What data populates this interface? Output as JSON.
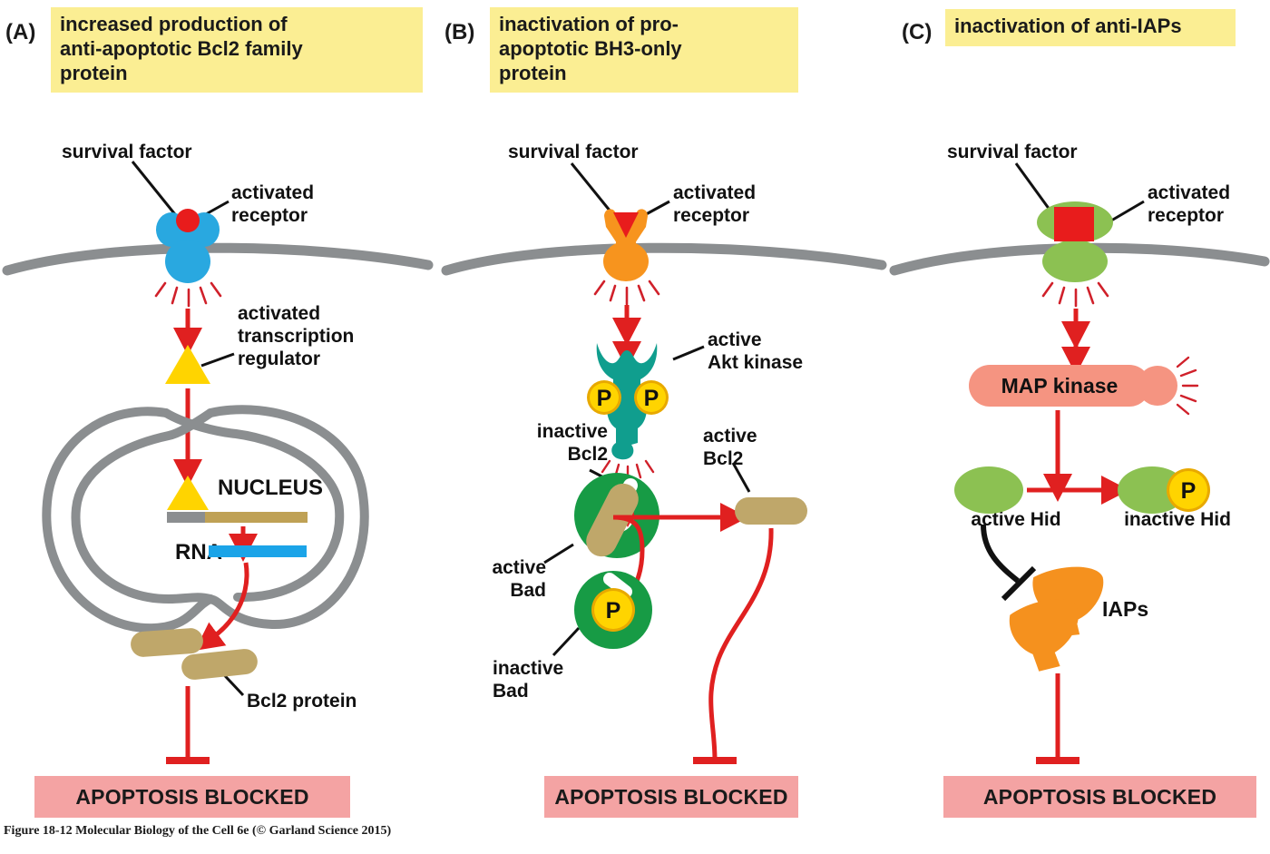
{
  "figure": {
    "caption": "Figure 18-12  Molecular Biology of the Cell 6e (© Garland Science 2015)"
  },
  "colors": {
    "title_bg": "#FBEE93",
    "membrane": "#8B8E90",
    "arrow_red": "#E02020",
    "receptor_blue": "#29A8E0",
    "ligand_red": "#E81C1C",
    "transcription_yellow": "#FFD400",
    "dna_tan": "#BFA155",
    "dna_gray": "#8B8E90",
    "rna_blue": "#1BA4E8",
    "bcl2_tan": "#BFA76A",
    "receptor_orange": "#F7941E",
    "akt_teal": "#109E8E",
    "bad_green": "#179B45",
    "phosphate_yellow": "#FFD400",
    "mapkinase_salmon": "#F59481",
    "hid_green": "#8CC152",
    "iaps_orange": "#F5911E",
    "apoptosis_pink": "#F4A3A3"
  },
  "panels": [
    {
      "letter": "(A)",
      "title": "increased production of anti-apoptotic Bcl2 family protein",
      "labels": {
        "survival_factor": "survival factor",
        "activated_receptor": "activated\nreceptor",
        "transcription_regulator": "activated\ntranscription\nregulator",
        "nucleus": "NUCLEUS",
        "rna": "RNA",
        "bcl2_protein": "Bcl2 protein"
      },
      "outcome": "APOPTOSIS BLOCKED"
    },
    {
      "letter": "(B)",
      "title": "inactivation of pro-apoptotic BH3-only protein",
      "labels": {
        "survival_factor": "survival factor",
        "activated_receptor": "activated\nreceptor",
        "active_akt": "active\nAkt kinase",
        "inactive_bcl2": "inactive\nBcl2",
        "active_bcl2": "active\nBcl2",
        "active_bad": "active\nBad",
        "inactive_bad": "inactive\nBad",
        "phosphate": "P"
      },
      "outcome": "APOPTOSIS BLOCKED"
    },
    {
      "letter": "(C)",
      "title": "inactivation of anti-IAPs",
      "labels": {
        "survival_factor": "survival factor",
        "activated_receptor": "activated\nreceptor",
        "map_kinase": "MAP kinase",
        "active_hid": "active Hid",
        "inactive_hid": "inactive Hid",
        "iaps": "IAPs",
        "phosphate": "P"
      },
      "outcome": "APOPTOSIS BLOCKED"
    }
  ],
  "panelA_lines": {
    "l_survival": "survival factor",
    "l_receptor_1": "activated",
    "l_receptor_2": "receptor",
    "l_tr_1": "activated",
    "l_tr_2": "transcription",
    "l_tr_3": "regulator",
    "l_nucleus": "NUCLEUS",
    "l_rna": "RNA",
    "l_bcl2": "Bcl2 protein",
    "t_1": "increased production of",
    "t_2": "anti-apoptotic Bcl2 family",
    "t_3": "protein"
  },
  "panelB_lines": {
    "l_survival": "survival factor",
    "l_receptor_1": "activated",
    "l_receptor_2": "receptor",
    "l_akt_1": "active",
    "l_akt_2": "Akt kinase",
    "l_ibcl2_1": "inactive",
    "l_ibcl2_2": "Bcl2",
    "l_abcl2_1": "active",
    "l_abcl2_2": "Bcl2",
    "l_abad_1": "active",
    "l_abad_2": "Bad",
    "l_ibad_1": "inactive",
    "l_ibad_2": "Bad",
    "p1": "P",
    "p2": "P",
    "p3": "P",
    "t_1": "inactivation of pro-",
    "t_2": "apoptotic BH3-only",
    "t_3": "protein"
  },
  "panelC_lines": {
    "l_survival": "survival factor",
    "l_receptor_1": "activated",
    "l_receptor_2": "receptor",
    "l_mapk": "MAP kinase",
    "l_ahid": "active Hid",
    "l_ihid": "inactive Hid",
    "l_iaps": "IAPs",
    "p1": "P",
    "t_1": "inactivation of anti-IAPs"
  },
  "outcomes": {
    "a": "APOPTOSIS BLOCKED",
    "b": "APOPTOSIS BLOCKED",
    "c": "APOPTOSIS BLOCKED"
  }
}
